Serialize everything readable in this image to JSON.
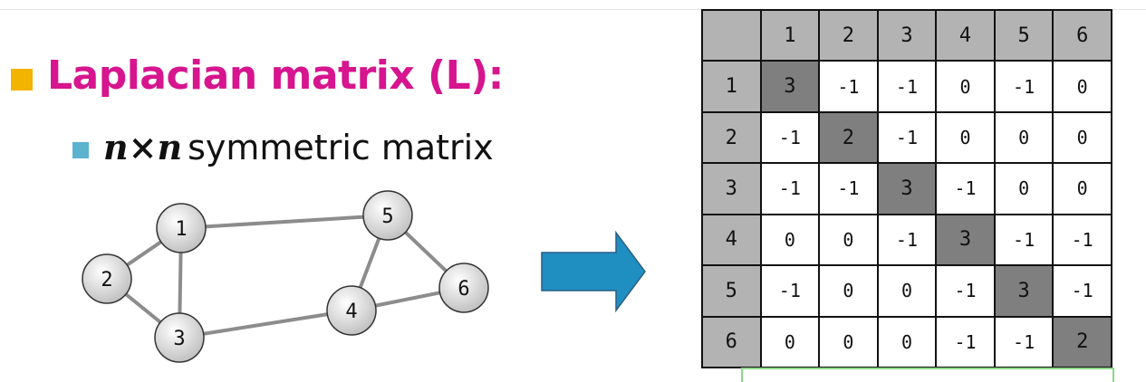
{
  "slide": {
    "heading": "Laplacian matrix (L):",
    "sub_dim": "n×n",
    "sub_text": "symmetric matrix"
  },
  "graph": {
    "nodes": [
      {
        "id": "1",
        "label": "1"
      },
      {
        "id": "2",
        "label": "2"
      },
      {
        "id": "3",
        "label": "3"
      },
      {
        "id": "4",
        "label": "4"
      },
      {
        "id": "5",
        "label": "5"
      },
      {
        "id": "6",
        "label": "6"
      }
    ],
    "edges": [
      [
        "1",
        "2"
      ],
      [
        "1",
        "3"
      ],
      [
        "2",
        "3"
      ],
      [
        "1",
        "5"
      ],
      [
        "3",
        "4"
      ],
      [
        "4",
        "5"
      ],
      [
        "4",
        "6"
      ],
      [
        "5",
        "6"
      ]
    ]
  },
  "matrix": {
    "headers": [
      "1",
      "2",
      "3",
      "4",
      "5",
      "6"
    ],
    "rows": [
      [
        "3",
        "-1",
        "-1",
        "0",
        "-1",
        "0"
      ],
      [
        "-1",
        "2",
        "-1",
        "0",
        "0",
        "0"
      ],
      [
        "-1",
        "-1",
        "3",
        "-1",
        "0",
        "0"
      ],
      [
        "0",
        "0",
        "-1",
        "3",
        "-1",
        "-1"
      ],
      [
        "-1",
        "0",
        "0",
        "-1",
        "3",
        "-1"
      ],
      [
        "0",
        "0",
        "0",
        "-1",
        "-1",
        "2"
      ]
    ]
  },
  "colors": {
    "heading": "#d6158f",
    "bullet_primary": "#f2b400",
    "bullet_secondary": "#5bb3cf",
    "arrow": "#1f8fc1",
    "header_cell": "#b3b3b3",
    "diagonal_cell": "#7f7f7f"
  }
}
